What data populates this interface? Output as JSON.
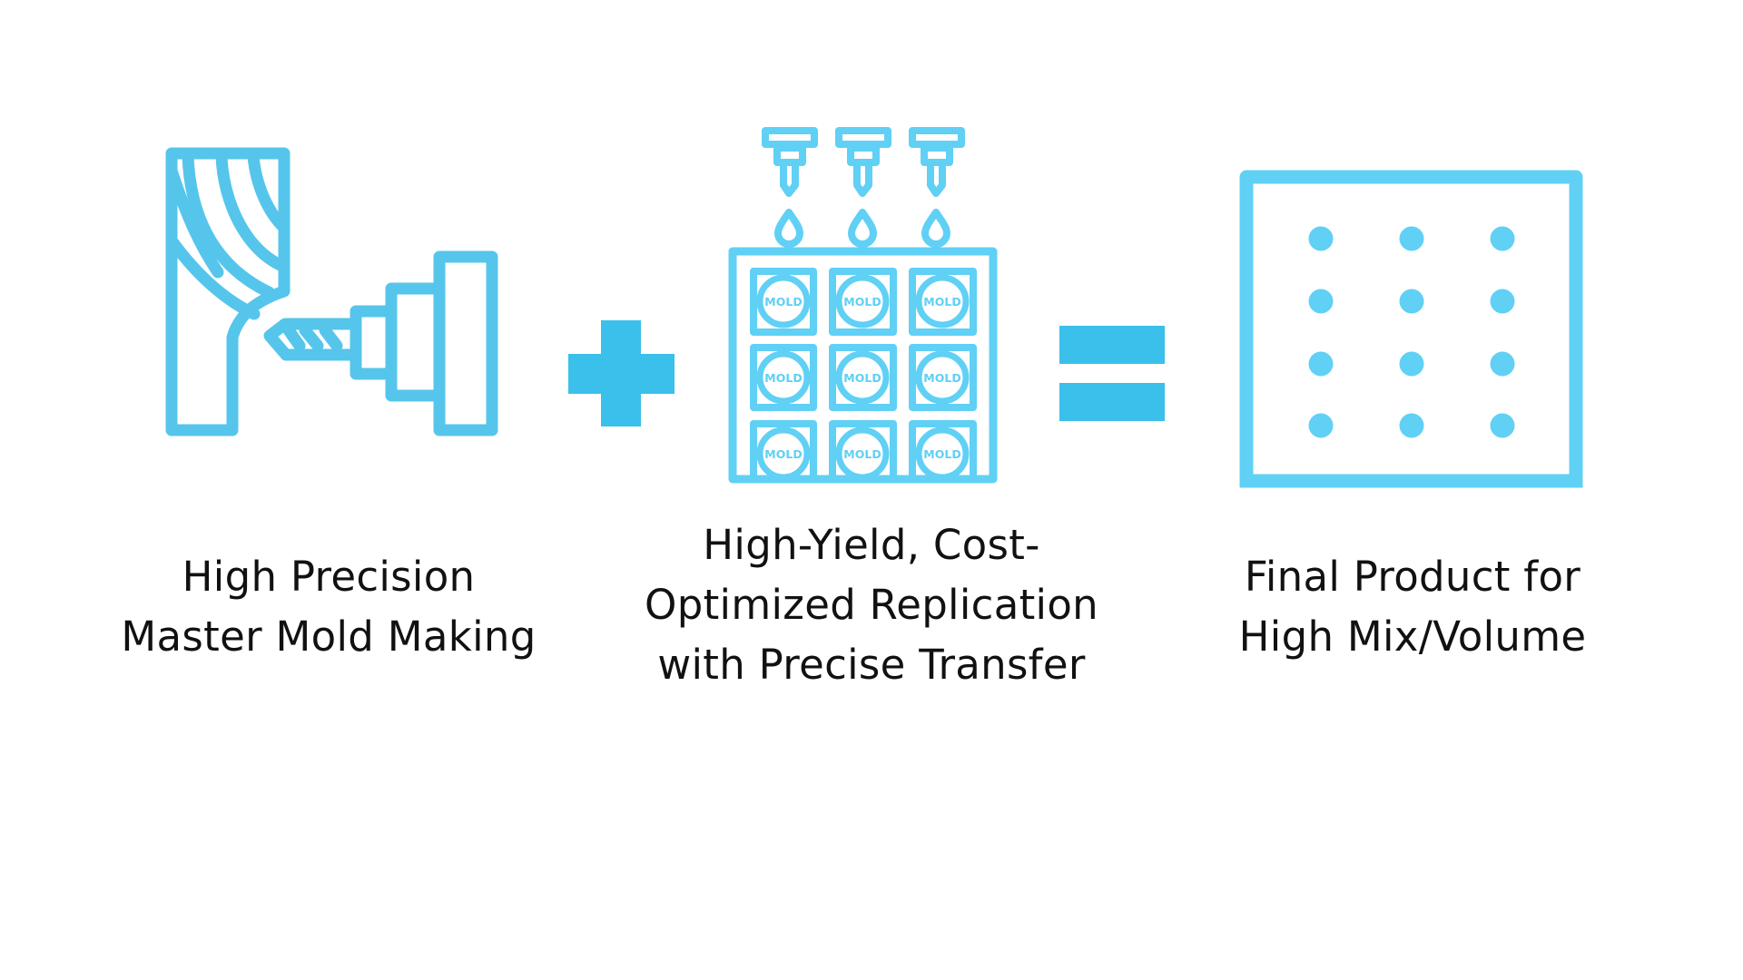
{
  "colors": {
    "operator": "#3AC0EA",
    "icon_stroke_left": "#56C5EB",
    "icon_stroke": "#60D0F5",
    "text": "#111111",
    "background": "#FFFFFF"
  },
  "steps": [
    {
      "icon": "cnc-milling-drill-icon",
      "label_lines": [
        "High Precision",
        "Master Mold Making"
      ]
    },
    {
      "icon": "mold-replication-dispensing-icon",
      "label_lines": [
        "High-Yield, Cost-",
        "Optimized Replication",
        "with Precise Transfer"
      ],
      "mold_cell_text": "MOLD"
    },
    {
      "icon": "dot-array-product-icon",
      "label_lines": [
        "Final Product for",
        "High Mix/Volume"
      ]
    }
  ],
  "operators": [
    {
      "symbol": "+",
      "icon": "plus-icon"
    },
    {
      "symbol": "=",
      "icon": "equals-icon"
    }
  ]
}
